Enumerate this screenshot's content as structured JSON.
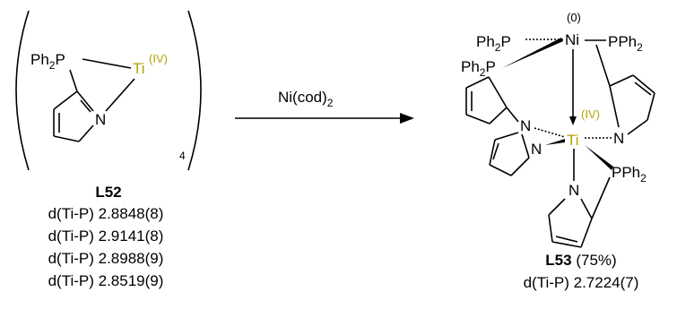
{
  "reactant": {
    "atoms": {
      "phosphine": "Ph",
      "phosphine_sub": "2",
      "phosphine_p": "P",
      "metal": "Ti",
      "metal_ox": "(IV)",
      "nitrogen": "N",
      "multiplier": "4"
    },
    "name": "L52",
    "distances": [
      "d(Ti-P) 2.8848(8)",
      "d(Ti-P) 2.9141(8)",
      "d(Ti-P) 2.8988(9)",
      "d(Ti-P) 2.8519(9)"
    ]
  },
  "reagent": {
    "text": "Ni(cod)",
    "sub": "2"
  },
  "product": {
    "atoms": {
      "ph": "Ph",
      "two": "2",
      "p": "P",
      "ni": "Ni",
      "ni_ox": "(0)",
      "ti": "Ti",
      "ti_ox": "(IV)",
      "n": "N"
    },
    "name": "L53",
    "yield": "(75%)",
    "distance": "d(Ti-P) 2.7224(7)"
  },
  "colors": {
    "titanium": "#b5a200",
    "bond": "#000000"
  }
}
